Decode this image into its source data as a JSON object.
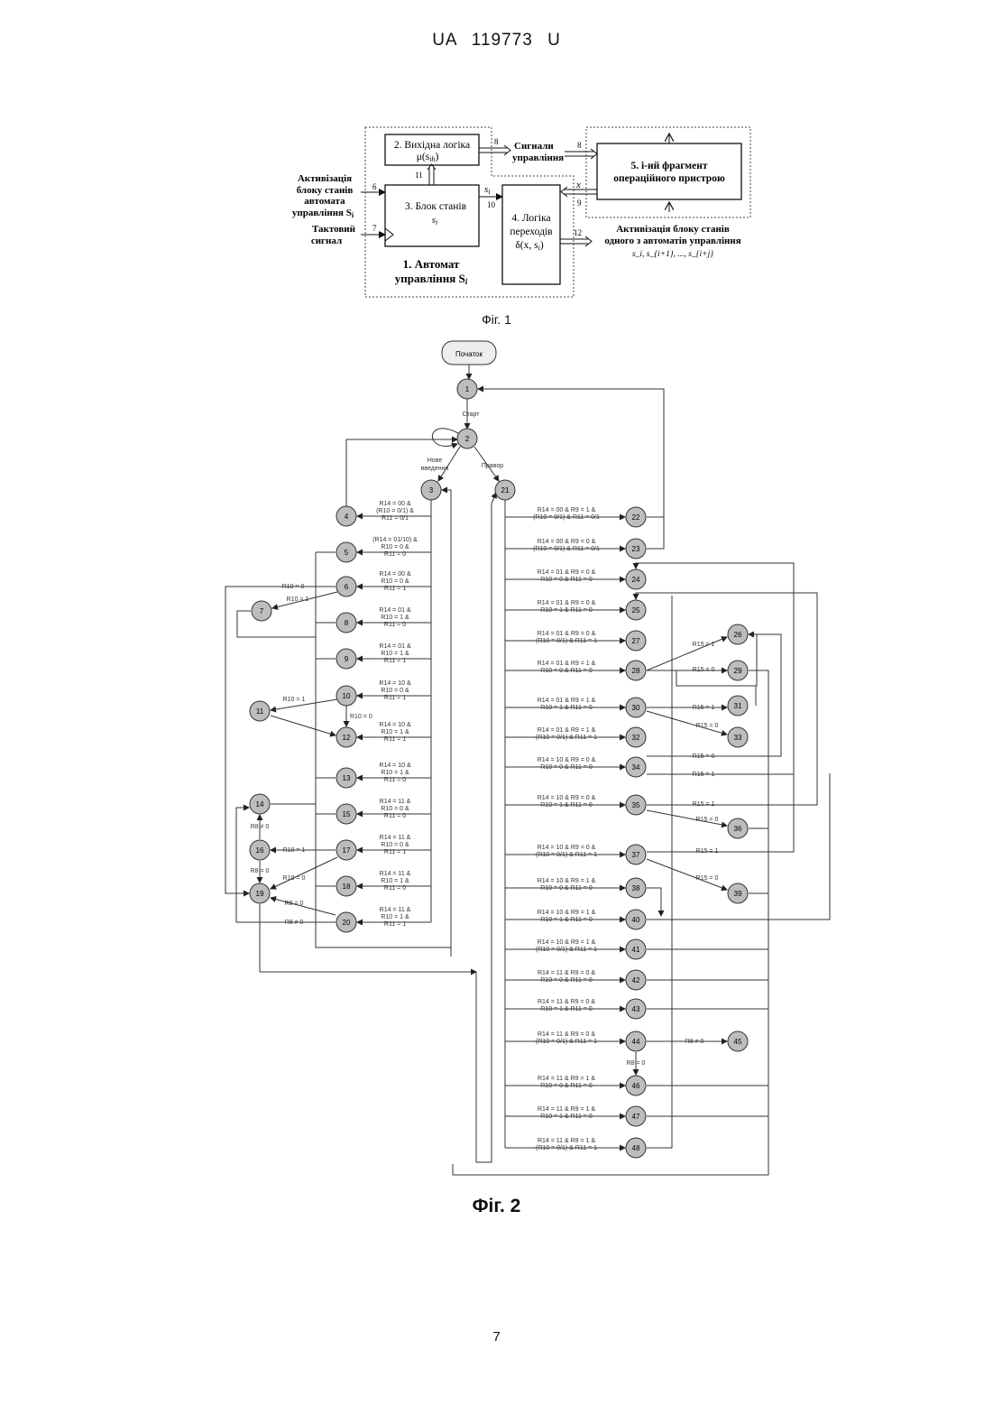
{
  "header": "UA   119773   U",
  "fig1": {
    "caption": "Фіг. 1",
    "blocks": {
      "output_logic": [
        "2. Вихідна логіка",
        "μ(s"
      ],
      "output_logic_sub": "ih",
      "state_block": [
        "3. Блок станів"
      ],
      "state_block_var": "s",
      "state_block_sub": "i",
      "transition_logic": [
        "4. Логіка",
        "переходів",
        "δ(x, s"
      ],
      "transition_logic_sub": "i",
      "fragment": [
        "5. i-ий фрагмент",
        "операційного пристрою"
      ],
      "automaton": [
        "1. Автомат",
        "управління  S"
      ],
      "automaton_sub": "i"
    },
    "labels": {
      "activation_in": [
        "Активізація",
        "блоку станів",
        "автомата",
        "управління S"
      ],
      "activation_in_sub": "i",
      "clock": [
        "Тактовий",
        "сигнал"
      ],
      "signals": [
        "Сигнали",
        "управління"
      ],
      "activation_out": [
        "Активізація блоку станів",
        "одного з автоматів управління"
      ],
      "activation_out_list": "s_i, s_{i+1}, ..., s_{i+j}",
      "si": "s",
      "si_sub": "i",
      "x": "x"
    },
    "numbers": [
      "6",
      "7",
      "8",
      "8",
      "9",
      "10",
      "11",
      "12"
    ]
  },
  "fig2": {
    "caption": "Фіг. 2",
    "start_label": "Початок",
    "edge_labels": {
      "start": "Старт",
      "new": [
        "Нове",
        "введення"
      ],
      "check": "Правор"
    },
    "nodes": [
      "1",
      "2",
      "3",
      "4",
      "5",
      "6",
      "7",
      "8",
      "9",
      "10",
      "11",
      "12",
      "13",
      "14",
      "15",
      "16",
      "17",
      "18",
      "19",
      "20",
      "21",
      "22",
      "23",
      "24",
      "25",
      "26",
      "27",
      "28",
      "29",
      "30",
      "31",
      "32",
      "33",
      "34",
      "35",
      "36",
      "37",
      "38",
      "39",
      "40",
      "41",
      "42",
      "43",
      "44",
      "45",
      "46",
      "47",
      "48"
    ],
    "left_conditions": [
      [
        "R14 = 00 &",
        "(R10 = 0/1) &",
        "R11 = 0/1"
      ],
      [
        "(R14 = 01/10) &",
        "R10 = 0 &",
        "R11 = 0"
      ],
      [
        "R14 = 00 &",
        "R10 = 0 &",
        "R11 = 1"
      ],
      [
        "R14 = 01 &",
        "R10 = 1 &",
        "R11 = 0"
      ],
      [
        "R14 = 01 &",
        "R10 = 1 &",
        "R11 = 1"
      ],
      [
        "R14 = 10 &",
        "R10 = 0 &",
        "R11 = 1"
      ],
      [
        "R14 = 10 &",
        "R10 = 1 &",
        "R11 = 1"
      ],
      [
        "R14 = 10 &",
        "R10 = 1 &",
        "R11 = 0"
      ],
      [
        "R14 = 11 &",
        "R10 = 0 &",
        "R11 = 0"
      ],
      [
        "R14 = 11 &",
        "R10 = 0 &",
        "R11 = 1"
      ],
      [
        "R14 = 11 &",
        "R10 = 1 &",
        "R11 = 0"
      ],
      [
        "R14 = 11 &",
        "R10 = 1 &",
        "R11 = 1"
      ]
    ],
    "right_conditions": [
      [
        "R14 = 00 & R9 = 1 &",
        "(R10 = 0/1) & R11 = 0/1"
      ],
      [
        "R14 = 00 & R9 = 0 &",
        "(R10 = 0/1) & R11 = 0/1"
      ],
      [
        "R14 = 01 & R9 = 0 &",
        "R10 = 0 & R11 = 0"
      ],
      [
        "R14 = 01 & R9 = 0 &",
        "R10 = 1 & R11 = 0"
      ],
      [
        "R14 = 01 & R9 = 0 &",
        "(R10 = 0/1) & R11 = 1"
      ],
      [
        "R14 = 01 & R9 = 1 &",
        "R10 = 0 & R11 = 0"
      ],
      [
        "R14 = 01 & R9 = 1 &",
        "R10 = 1 & R11 = 0"
      ],
      [
        "R14 = 01 & R9 = 1 &",
        "(R10 = 0/1) & R11 = 1"
      ],
      [
        "R14 = 10 & R9 = 0 &",
        "R10 = 0 & R11 = 0"
      ],
      [
        "R14 = 10 & R9 = 0 &",
        "R10 = 1 & R11 = 0"
      ],
      [
        "R14 = 10 & R9 = 0 &",
        "(R10 = 0/1) & R11 = 1"
      ],
      [
        "R14 = 10 & R9 = 1 &",
        "R10 = 0 & R11 = 0"
      ],
      [
        "R14 = 10 & R9 = 1 &",
        "R10 = 1 & R11 = 0"
      ],
      [
        "R14 = 10 & R9 = 1 &",
        "(R10 = 0/1) & R11 = 1"
      ],
      [
        "R14 = 11 & R9 = 0 &",
        "R10 = 0 & R11 = 0"
      ],
      [
        "R14 = 11 & R9 = 0 &",
        "R10 = 1 & R11 = 0"
      ],
      [
        "R14 = 11 & R9 = 0 &",
        "(R10 = 0/1) & R11 = 1"
      ],
      [
        "R14 = 11 & R9 = 1 &",
        "R10 = 0 & R11 = 0"
      ],
      [
        "R14 = 11 & R9 = 1 &",
        "R10 = 1 & R11 = 0"
      ],
      [
        "R14 = 11 & R9 = 1 &",
        "(R10 = 0/1) & R11 = 1"
      ]
    ],
    "small_labels": {
      "r10_0": "R10 = 0",
      "r10_1": "R10 = 1",
      "r10_1b": "R10 = 1",
      "r10_0b": "R10 = 0",
      "r8_ne0": "R8 ≠ 0",
      "r10_1c": "R10 = 1",
      "r8_0": "R8 = 0",
      "r10_0c": "R10 = 0",
      "r8_0b": "R8 = 0",
      "r8_ne0b": "R8 ≠ 0",
      "r15_1a": "R15 = 1",
      "r15_0a": "R15 = 0",
      "r15_1b": "R15 = 1",
      "r15_0b": "R15 = 0",
      "r15_0c": "R15 = 0",
      "r15_1c": "R15 = 1",
      "r15_1d": "R15 = 1",
      "r15_0d": "R15 = 0",
      "r15_1e": "R15 = 1",
      "r15_0e": "R15 = 0",
      "r8_ne0c": "R8 ≠ 0",
      "r8_0c": "R8 = 0"
    }
  },
  "page_number": "7"
}
